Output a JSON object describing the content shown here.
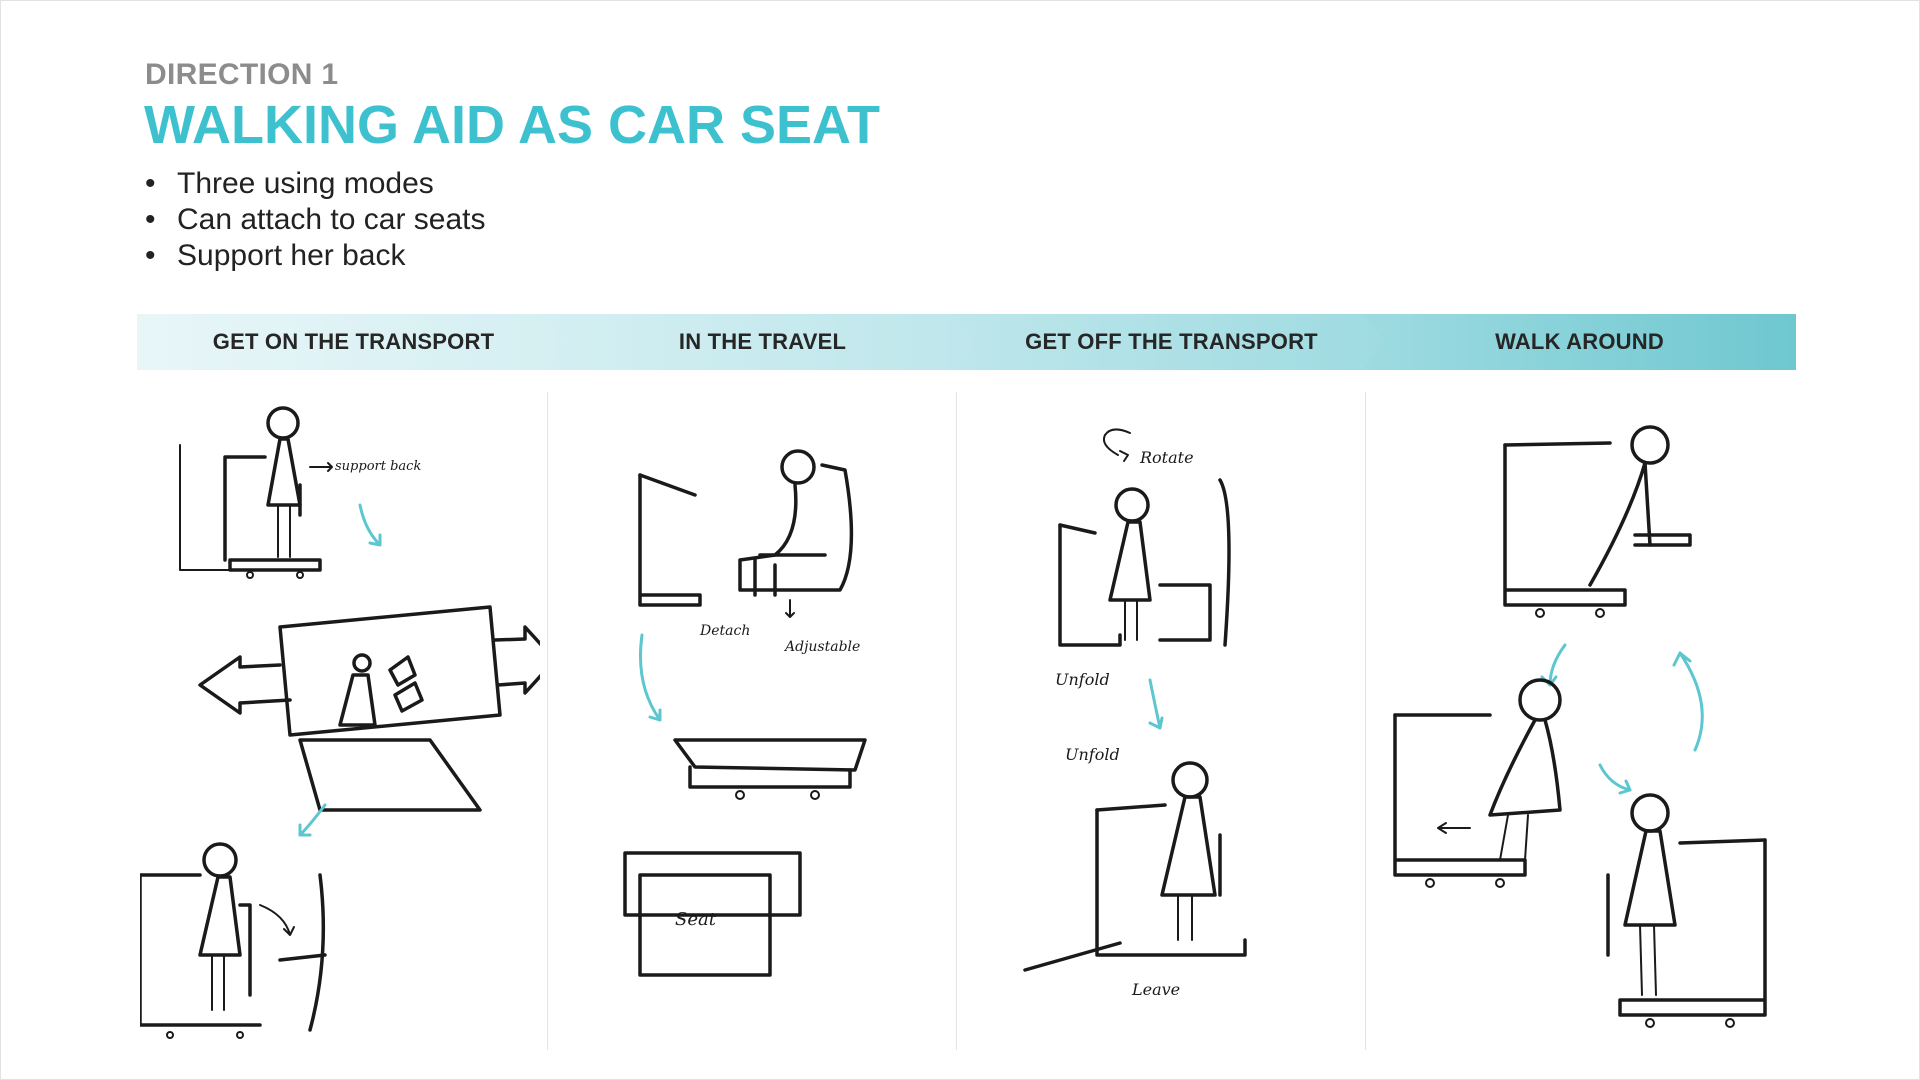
{
  "header": {
    "subtitle": "DIRECTION 1",
    "title": "WALKING AID AS CAR SEAT"
  },
  "bullets": [
    "Three using modes",
    "Can attach to car seats",
    "Support her back"
  ],
  "stages": [
    {
      "label": "GET ON THE TRANSPORT",
      "color": "#e2f3f6"
    },
    {
      "label": "IN THE TRAVEL",
      "color": "#c5e9ee"
    },
    {
      "label": "GET OFF THE TRANSPORT",
      "color": "#a3dde3"
    },
    {
      "label": "WALK AROUND",
      "color": "#70c8d1"
    }
  ],
  "annotations": {
    "support_back": "support back",
    "detach": "Detach",
    "adjustable": "Adjustable",
    "seat": "Seat",
    "rotate": "Rotate",
    "unfold_1": "Unfold",
    "unfold_2": "Unfold",
    "leave": "Leave"
  },
  "colors": {
    "accent": "#3dc1cf",
    "subtitle_gray": "#8c8c8c",
    "arrow": "#5cc6d1",
    "sketch": "#1a1a1a"
  }
}
